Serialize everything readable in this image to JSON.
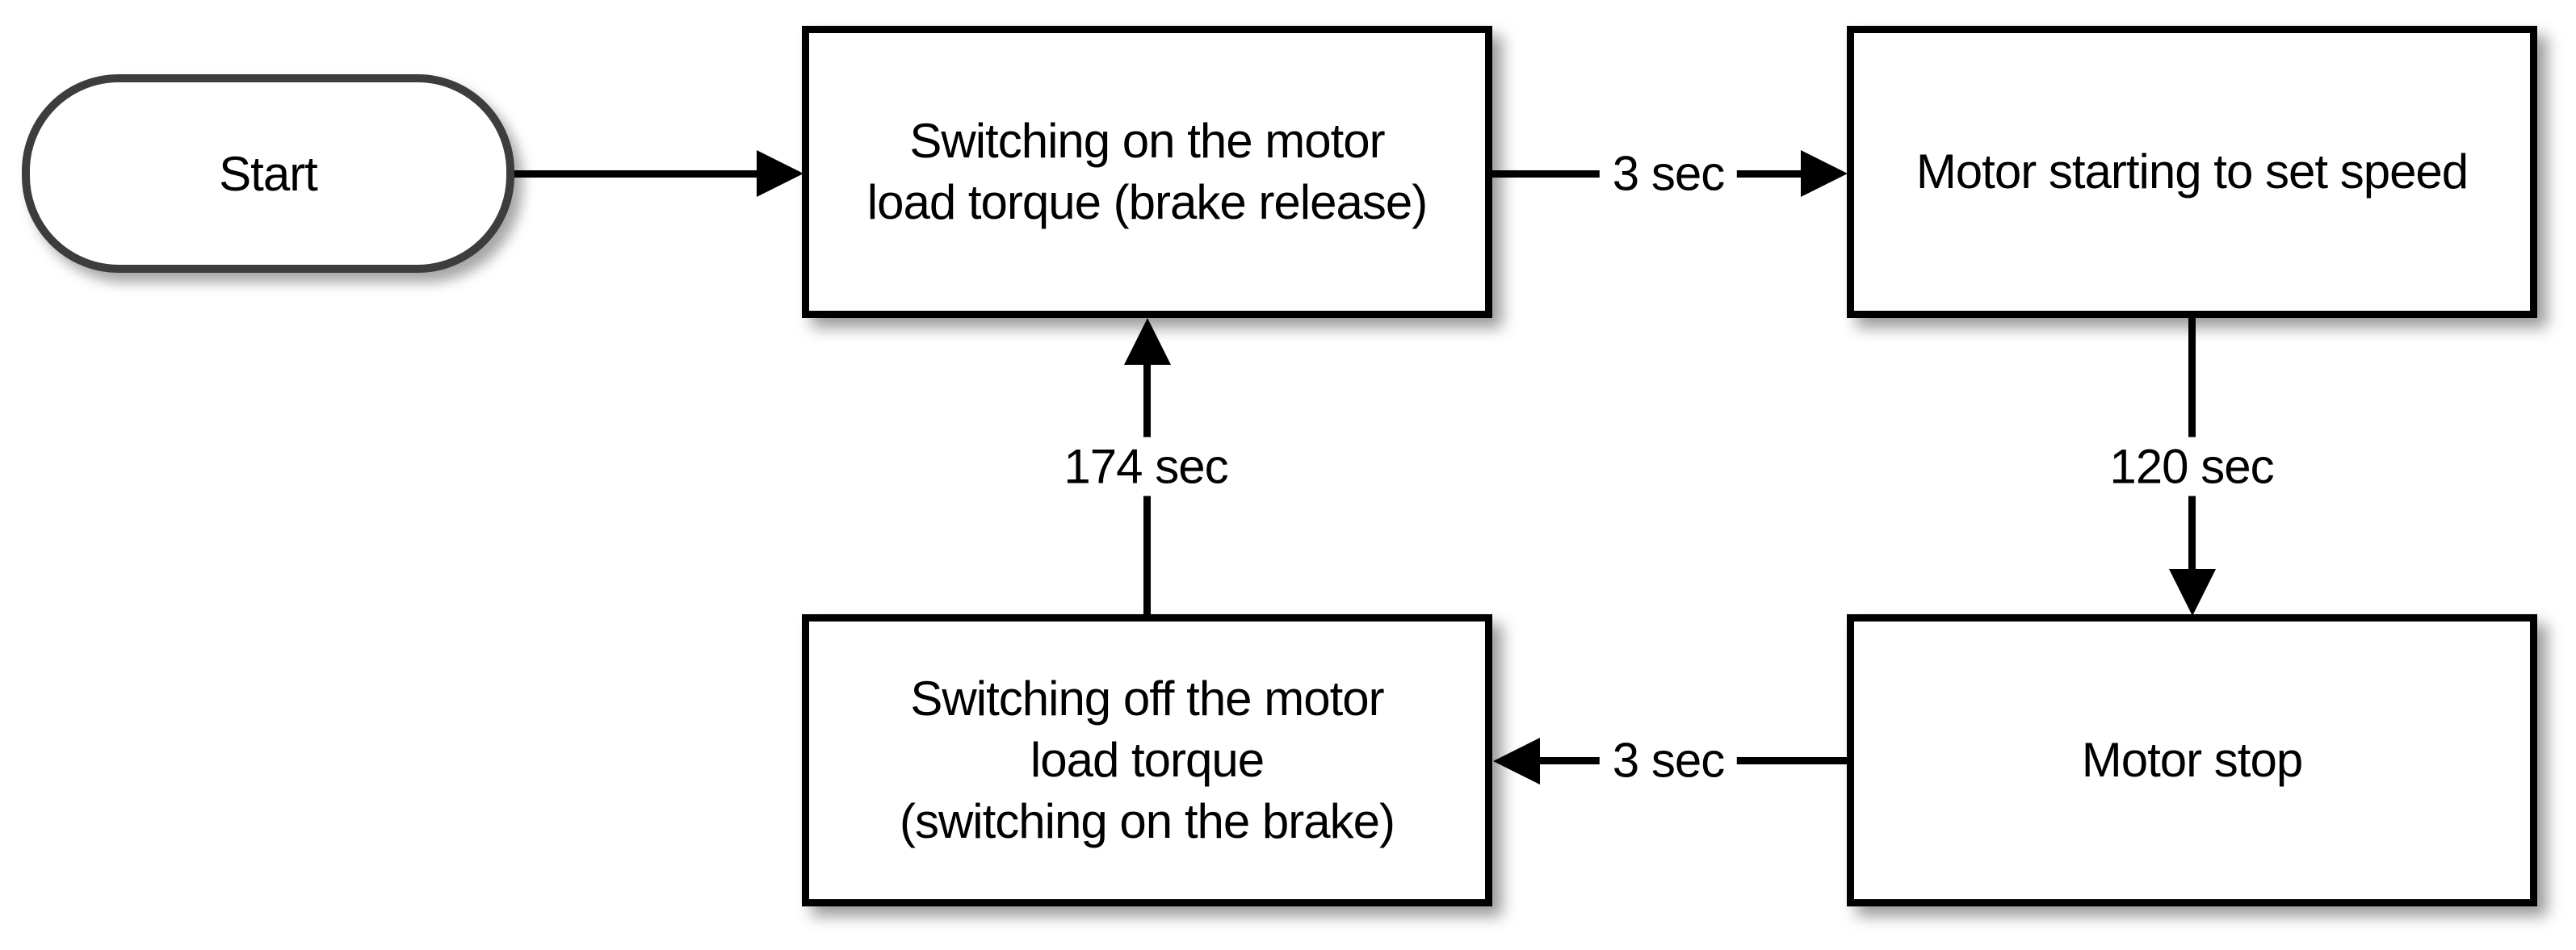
{
  "colors": {
    "background": "#ffffff",
    "process_border": "#000000",
    "terminator_border": "#3d3d3d",
    "text": "#000000"
  },
  "nodes": {
    "start": {
      "shape": "terminator",
      "label": "Start"
    },
    "switch_on": {
      "shape": "process",
      "lines": [
        "Switching on the motor",
        "load torque (brake release)"
      ]
    },
    "motor_start": {
      "shape": "process",
      "lines": [
        "Motor starting to set speed"
      ]
    },
    "motor_stop": {
      "shape": "process",
      "lines": [
        "Motor stop"
      ]
    },
    "switch_off": {
      "shape": "process",
      "lines": [
        "Switching off the motor",
        "load torque",
        "(switching on the brake)"
      ]
    }
  },
  "edges": {
    "start_to_switch_on": {
      "from": "start",
      "to": "switch_on",
      "label": ""
    },
    "switch_on_to_motor_start": {
      "from": "switch_on",
      "to": "motor_start",
      "label": "3 sec"
    },
    "motor_start_to_motor_stop": {
      "from": "motor_start",
      "to": "motor_stop",
      "label": "120 sec"
    },
    "motor_stop_to_switch_off": {
      "from": "motor_stop",
      "to": "switch_off",
      "label": "3 sec"
    },
    "switch_off_to_switch_on": {
      "from": "switch_off",
      "to": "switch_on",
      "label": "174 sec"
    }
  }
}
